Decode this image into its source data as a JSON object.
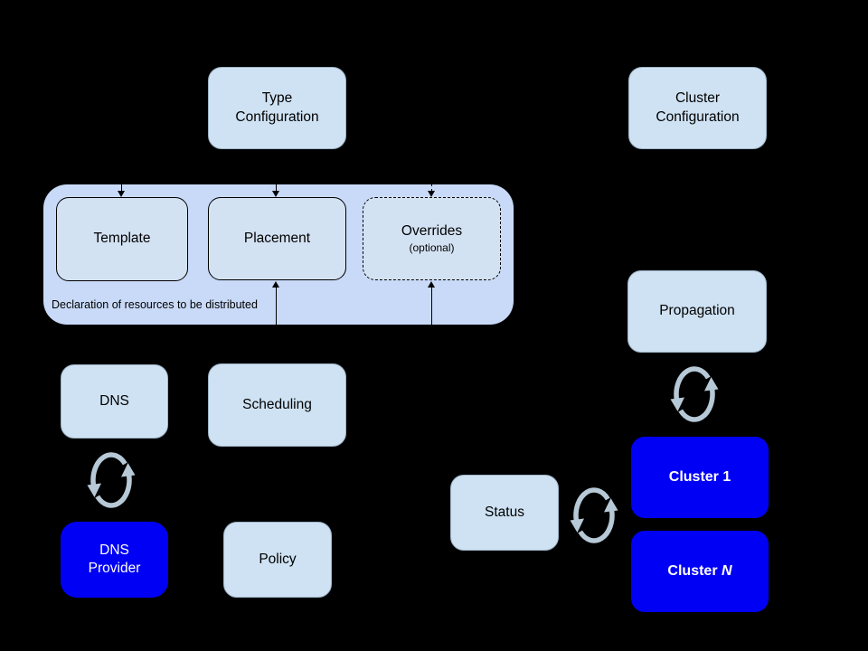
{
  "colors": {
    "background": "#000000",
    "light_box_fill": "#cfe2f3",
    "group_fill": "#c9daf8",
    "blue_box_fill": "#0000f5",
    "light_box_text": "#000000",
    "blue_box_text": "#ffffff",
    "sync_icon": "#b7c9d6",
    "connector": "#000000"
  },
  "nodes": {
    "type_configuration": {
      "label": "Type Configuration"
    },
    "cluster_configuration": {
      "label": "Cluster Configuration"
    },
    "template": {
      "label": "Template"
    },
    "placement": {
      "label": "Placement"
    },
    "overrides": {
      "label": "Overrides",
      "sublabel": "(optional)"
    },
    "dns": {
      "label": "DNS"
    },
    "scheduling": {
      "label": "Scheduling"
    },
    "dns_provider": {
      "label": "DNS Provider"
    },
    "policy": {
      "label": "Policy"
    },
    "status": {
      "label": "Status"
    },
    "propagation": {
      "label": "Propagation"
    },
    "cluster_1": {
      "label": "Cluster 1"
    },
    "cluster_n": {
      "prefix": "Cluster",
      "suffix": "N"
    }
  },
  "group": {
    "note": "Declaration of resources to be distributed"
  }
}
